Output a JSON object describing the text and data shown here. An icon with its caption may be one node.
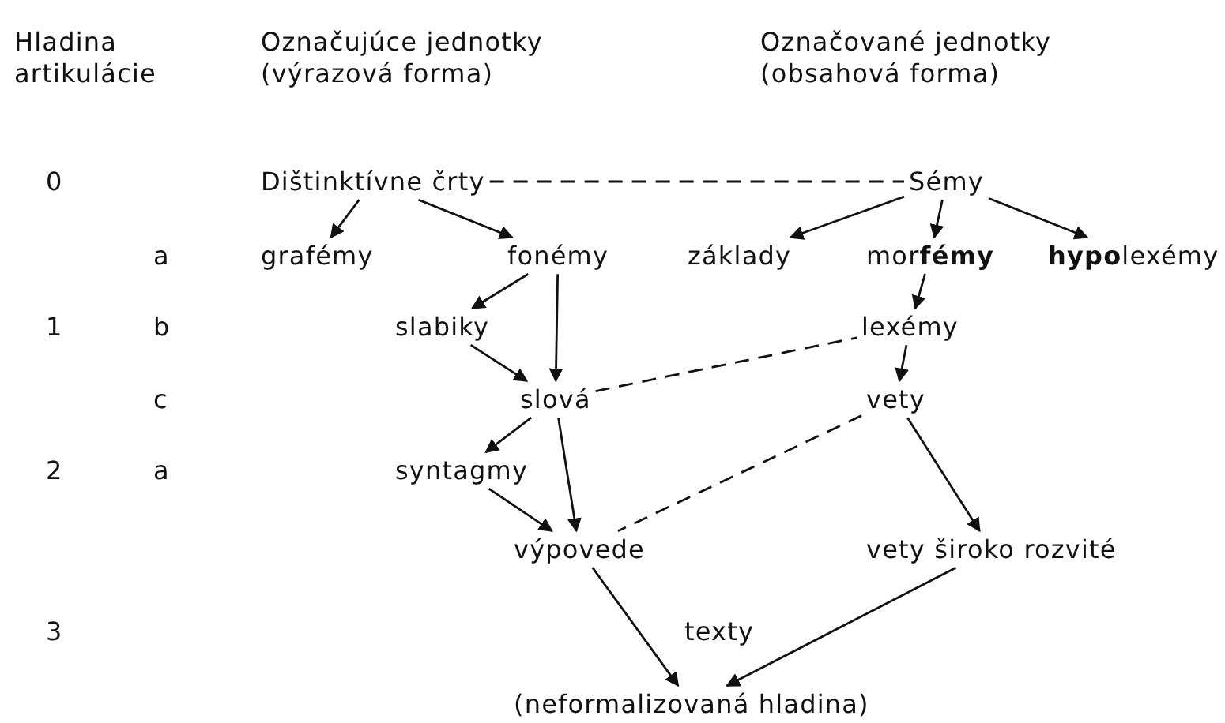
{
  "diagram": {
    "nodes": [
      {
        "text": [
          "Dištinktívne črty"
        ]
      },
      {
        "text": [
          "Sémy"
        ]
      },
      {
        "text": [
          "grafémy"
        ]
      },
      {
        "text": [
          "fonémy"
        ]
      },
      {
        "text": [
          "základy"
        ]
      },
      {
        "text": [
          "mor**fémy**"
        ]
      },
      {
        "text": [
          "**hypo**lexémy"
        ]
      },
      {
        "text": [
          "slabiky"
        ]
      },
      {
        "text": [
          "lexémy"
        ]
      },
      {
        "text": [
          "slová"
        ]
      },
      {
        "text": [
          "vety"
        ]
      },
      {
        "text": [
          "syntagmy"
        ]
      },
      {
        "text": [
          "výpovede"
        ]
      },
      {
        "text": [
          "vety široko rozvité"
        ]
      },
      {
        "text": [
          "(neformalizovaná hladina)"
        ]
      }
    ],
    "edges": [
      {
        "from": 0,
        "to": 1,
        "arrow": "none",
        "style": "dashed"
      },
      {
        "from": 0,
        "to": 2,
        "arrow": "to"
      },
      {
        "from": 0,
        "to": 3,
        "arrow": "to"
      },
      {
        "from": 1,
        "to": 4,
        "arrow": "to"
      },
      {
        "from": 1,
        "to": 5,
        "arrow": "to"
      },
      {
        "from": 1,
        "to": 6,
        "arrow": "to"
      },
      {
        "from": 3,
        "to": 7,
        "arrow": "to"
      },
      {
        "from": 3,
        "to": 9,
        "arrow": "to"
      },
      {
        "from": 5,
        "to": 8,
        "arrow": "to"
      },
      {
        "from": 7,
        "to": 9,
        "arrow": "to"
      },
      {
        "from": 9,
        "to": 8,
        "arrow": "none",
        "style": "dashed"
      },
      {
        "from": 8,
        "to": 10,
        "arrow": "to"
      },
      {
        "from": 9,
        "to": 11,
        "arrow": "to"
      },
      {
        "from": 9,
        "to": 12,
        "arrow": "to"
      },
      {
        "from": 11,
        "to": 12,
        "arrow": "to"
      },
      {
        "from": 10,
        "to": 12,
        "arrow": "none",
        "style": "dashed"
      },
      {
        "from": 10,
        "to": 13,
        "arrow": "to"
      },
      {
        "from": 12,
        "to": 14,
        "arrow": "to"
      },
      {
        "from": 13,
        "to": 14,
        "arrow": "to"
      }
    ],
    "labels": [
      "Hladina artikulácie",
      "Označujúce jednotky (výrazová forma)",
      "Označované jednotky (obsahová forma)",
      "0",
      "a",
      "1",
      "b",
      "c",
      "2",
      "a",
      "3",
      "texty"
    ]
  }
}
